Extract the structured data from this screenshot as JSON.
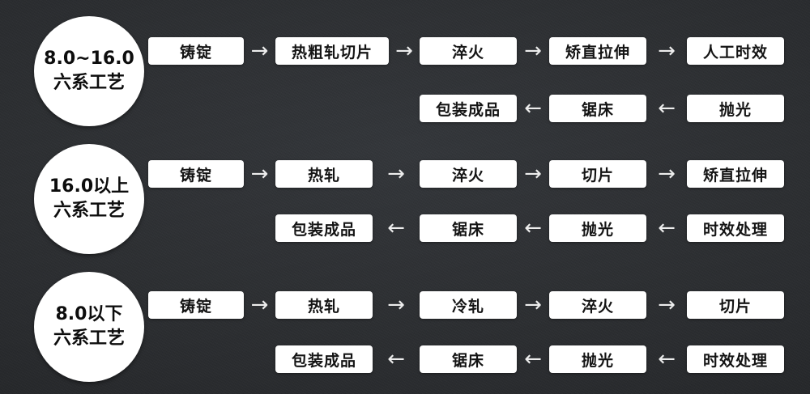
{
  "background": {
    "color": "#2b2d30"
  },
  "glyphs": {
    "arrow_right": "→",
    "arrow_left": "←"
  },
  "rows": [
    {
      "label": {
        "line1": "8.0~16.0",
        "line2": "六系工艺"
      },
      "flow1": [
        "铸锭",
        "热粗轧切片",
        "淬火",
        "矫直拉伸",
        "人工时效"
      ],
      "flow2": [
        "包装成品",
        "锯床",
        "抛光"
      ]
    },
    {
      "label": {
        "line1": "16.0以上",
        "line2": "六系工艺"
      },
      "flow1": [
        "铸锭",
        "热轧",
        "淬火",
        "切片",
        "矫直拉伸"
      ],
      "flow2": [
        "包装成品",
        "锯床",
        "抛光",
        "时效处理"
      ]
    },
    {
      "label": {
        "line1": "8.0以下",
        "line2": "六系工艺"
      },
      "flow1": [
        "铸锭",
        "热轧",
        "冷轧",
        "淬火",
        "切片"
      ],
      "flow2": [
        "包装成品",
        "锯床",
        "抛光",
        "时效处理"
      ]
    }
  ]
}
